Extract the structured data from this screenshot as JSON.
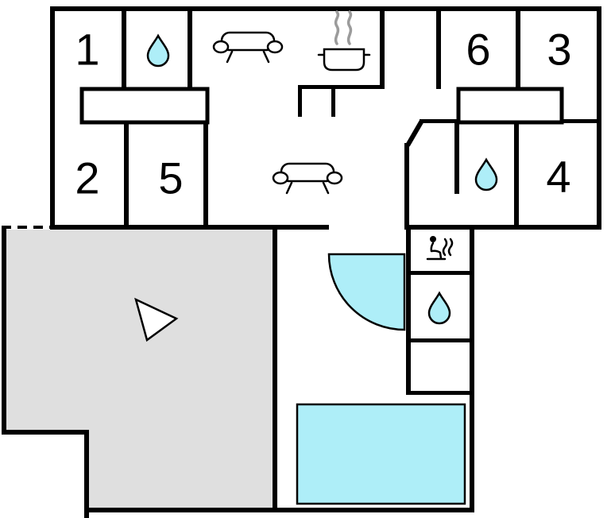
{
  "plan": {
    "title": "floor-plan",
    "rooms": {
      "r1": "1",
      "r2": "2",
      "r3": "3",
      "r4": "4",
      "r5": "5",
      "r6": "6"
    },
    "colors": {
      "water": "#aeeef8",
      "terrace": "#dfdfdf",
      "wall": "#000000",
      "steam": "#9b9b9b",
      "background": "#ffffff"
    },
    "icons": {
      "bath_top": "water-drop",
      "bath_right": "water-drop",
      "bath_middle": "water-drop",
      "living_sofa": "sofa",
      "lounge_sofa": "sofa",
      "kitchen": "cooking-pot",
      "sauna": "sauna-person",
      "pool": "swimming-pool",
      "door": "door-swing",
      "terrace_marker": "direction-arrow"
    }
  }
}
